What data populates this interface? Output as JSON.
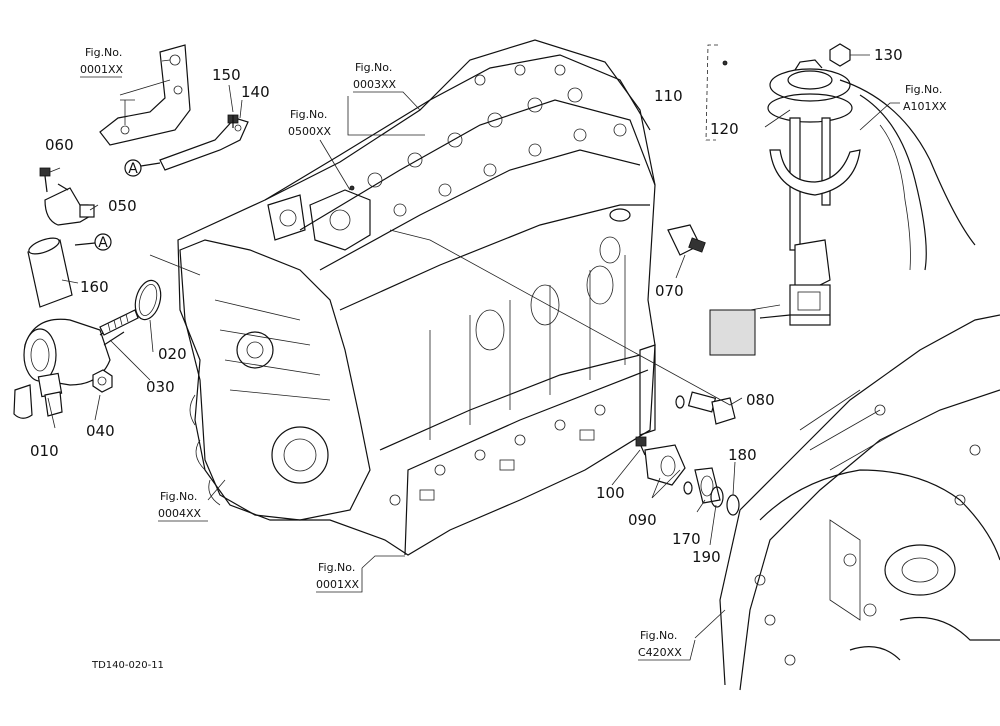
{
  "parts": [
    {
      "id": "p010",
      "number": "010"
    },
    {
      "id": "p020",
      "number": "020"
    },
    {
      "id": "p030",
      "number": "030"
    },
    {
      "id": "p040",
      "number": "040"
    },
    {
      "id": "p050",
      "number": "050"
    },
    {
      "id": "p060",
      "number": "060"
    },
    {
      "id": "p070",
      "number": "070"
    },
    {
      "id": "p080",
      "number": "080"
    },
    {
      "id": "p090",
      "number": "090"
    },
    {
      "id": "p100",
      "number": "100"
    },
    {
      "id": "p110",
      "number": "110"
    },
    {
      "id": "p120",
      "number": "120"
    },
    {
      "id": "p130",
      "number": "130"
    },
    {
      "id": "p140",
      "number": "140"
    },
    {
      "id": "p150",
      "number": "150"
    },
    {
      "id": "p160",
      "number": "160"
    },
    {
      "id": "p170",
      "number": "170"
    },
    {
      "id": "p180",
      "number": "180"
    },
    {
      "id": "p190",
      "number": "190"
    }
  ],
  "figure_refs": [
    {
      "id": "f1",
      "prefix": "Fig.No.",
      "ref": "0001XX"
    },
    {
      "id": "f2",
      "prefix": "Fig.No.",
      "ref": "0003XX"
    },
    {
      "id": "f3",
      "prefix": "Fig.No.",
      "ref": "0500XX"
    },
    {
      "id": "f4",
      "prefix": "Fig.No.",
      "ref": "A101XX"
    },
    {
      "id": "f5",
      "prefix": "Fig.No.",
      "ref": "0004XX"
    },
    {
      "id": "f6",
      "prefix": "Fig.No.",
      "ref": "0001XX"
    },
    {
      "id": "f7",
      "prefix": "Fig.No.",
      "ref": "C420XX"
    }
  ],
  "callouts": [
    {
      "id": "c1",
      "letter": "A"
    },
    {
      "id": "c2",
      "letter": "A"
    }
  ],
  "doc_code": "TD140-020-11"
}
